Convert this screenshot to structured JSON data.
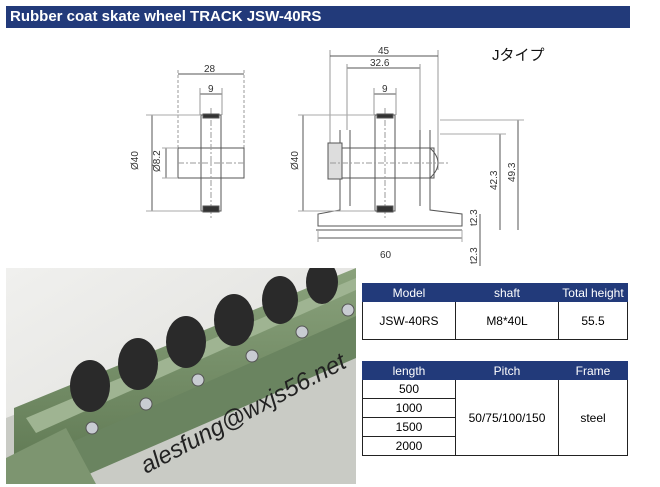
{
  "title": "Rubber coat skate wheel TRACK  JSW-40RS",
  "drawing": {
    "type_label": "Jタイプ",
    "left_view": {
      "dim_width": "28",
      "dim_wheel": "9",
      "dim_dia": "Ø40",
      "dim_shaft": "Ø8.2"
    },
    "right_view": {
      "dim_overall": "45",
      "dim_inner": "32.6",
      "dim_wheel": "9",
      "dim_dia": "Ø40",
      "dim_h1": "42.3",
      "dim_h2": "49.3",
      "dim_t1": "t2.3",
      "dim_t2": "t2.3",
      "dim_base": "60"
    }
  },
  "photo": {
    "watermark": "alesfung@wxjs56.net"
  },
  "colors": {
    "title_bg": "#223a7a",
    "frame_green": "#6f8a62",
    "header_bg": "#223a7a"
  },
  "spec_table": {
    "headers": [
      "Model",
      "shaft",
      "Total height"
    ],
    "row": [
      "JSW-40RS",
      "M8*40L",
      "55.5"
    ]
  },
  "size_table": {
    "headers": [
      "length",
      "Pitch",
      "Frame"
    ],
    "lengths": [
      "500",
      "1000",
      "1500",
      "2000"
    ],
    "pitch": "50/75/100/150",
    "frame": "steel"
  }
}
